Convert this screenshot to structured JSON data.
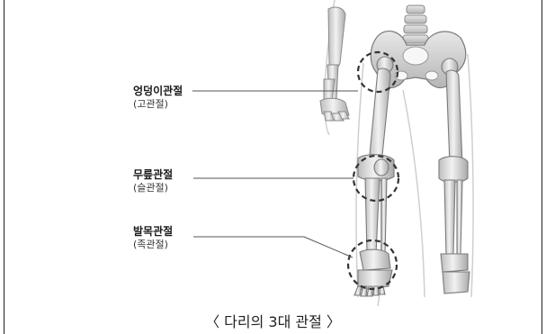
{
  "labels": [
    {
      "name": "엉덩이관절",
      "alias": "(고관절)"
    },
    {
      "name": "무릎관절",
      "alias": "(슬관절)"
    },
    {
      "name": "발목관절",
      "alias": "(족관절)"
    }
  ],
  "caption": "〈 다리의 3대 관절 〉",
  "colors": {
    "bone": "#dcdcdc",
    "bone_stroke": "#8a8a8a",
    "outline": "#c8c8c8",
    "text": "#1a1a1a",
    "dashed_circle": "#333333"
  }
}
